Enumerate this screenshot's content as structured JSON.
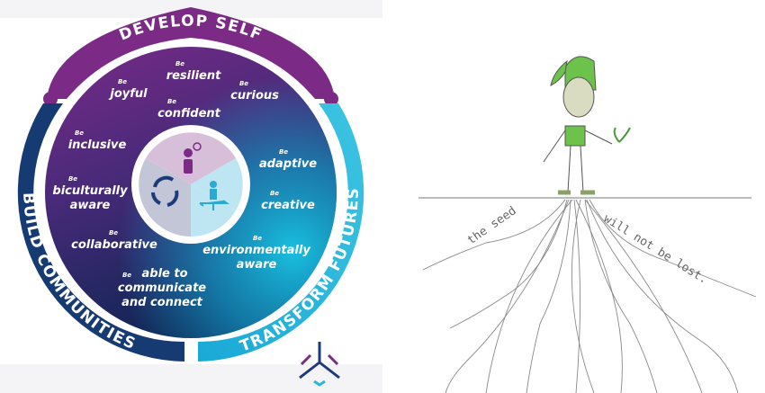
{
  "wheel": {
    "ring_labels": {
      "top": "DEVELOP SELF",
      "left": "BUILD COMMUNITIES",
      "right": "TRANSFORM FUTURES"
    },
    "prefix": "Be",
    "qualities": {
      "resilient": "resilient",
      "joyful": "joyful",
      "curious": "curious",
      "confident": "confident",
      "inclusive": "inclusive",
      "adaptive": "adaptive",
      "biculturally_1": "biculturally",
      "biculturally_2": "aware",
      "creative": "creative",
      "collaborative": "collaborative",
      "environmentally_1": "environmentally",
      "environmentally_2": "aware",
      "communicate_1": "able to",
      "communicate_2": "communicate",
      "communicate_3": "and connect"
    },
    "colors": {
      "purple": "#7b2b86",
      "navy": "#123a6e",
      "cyan": "#2bb6d8"
    }
  },
  "illustration": {
    "caption_left": "the seed",
    "caption_right": "will not be lost."
  }
}
